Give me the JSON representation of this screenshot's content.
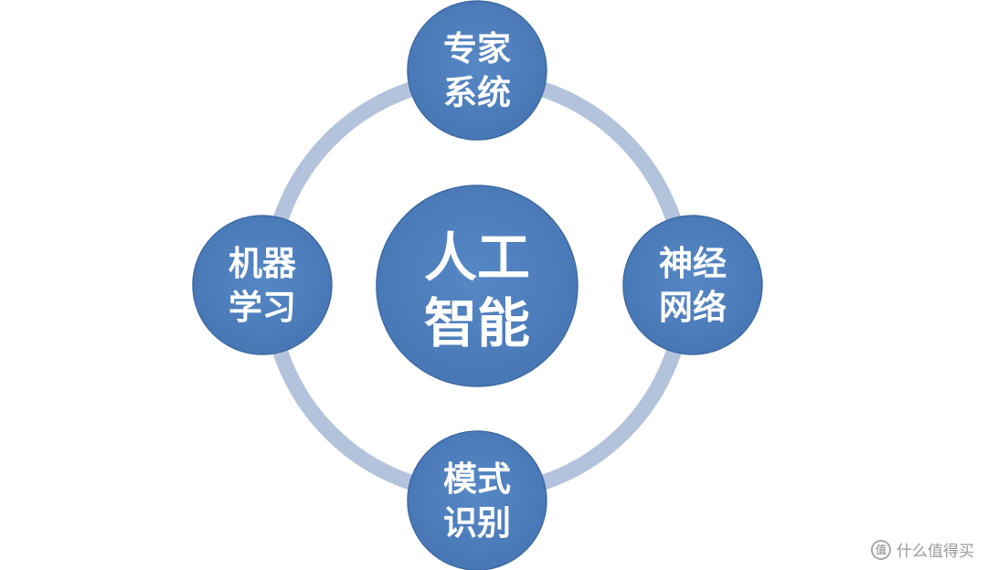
{
  "diagram": {
    "center": {
      "line1": "人工",
      "line2": "智能"
    },
    "nodes": [
      {
        "id": "top",
        "line1": "专家",
        "line2": "系统"
      },
      {
        "id": "right",
        "line1": "神经",
        "line2": "网络"
      },
      {
        "id": "bottom",
        "line1": "模式",
        "line2": "识别"
      },
      {
        "id": "left",
        "line1": "机器",
        "line2": "学习"
      }
    ],
    "colors": {
      "node_fill": "#4f7fbd",
      "node_edge": "#3d6aa6",
      "ring": "#b4c3dc"
    }
  },
  "watermark": {
    "logo_glyph": "值",
    "text": "什么值得买"
  }
}
